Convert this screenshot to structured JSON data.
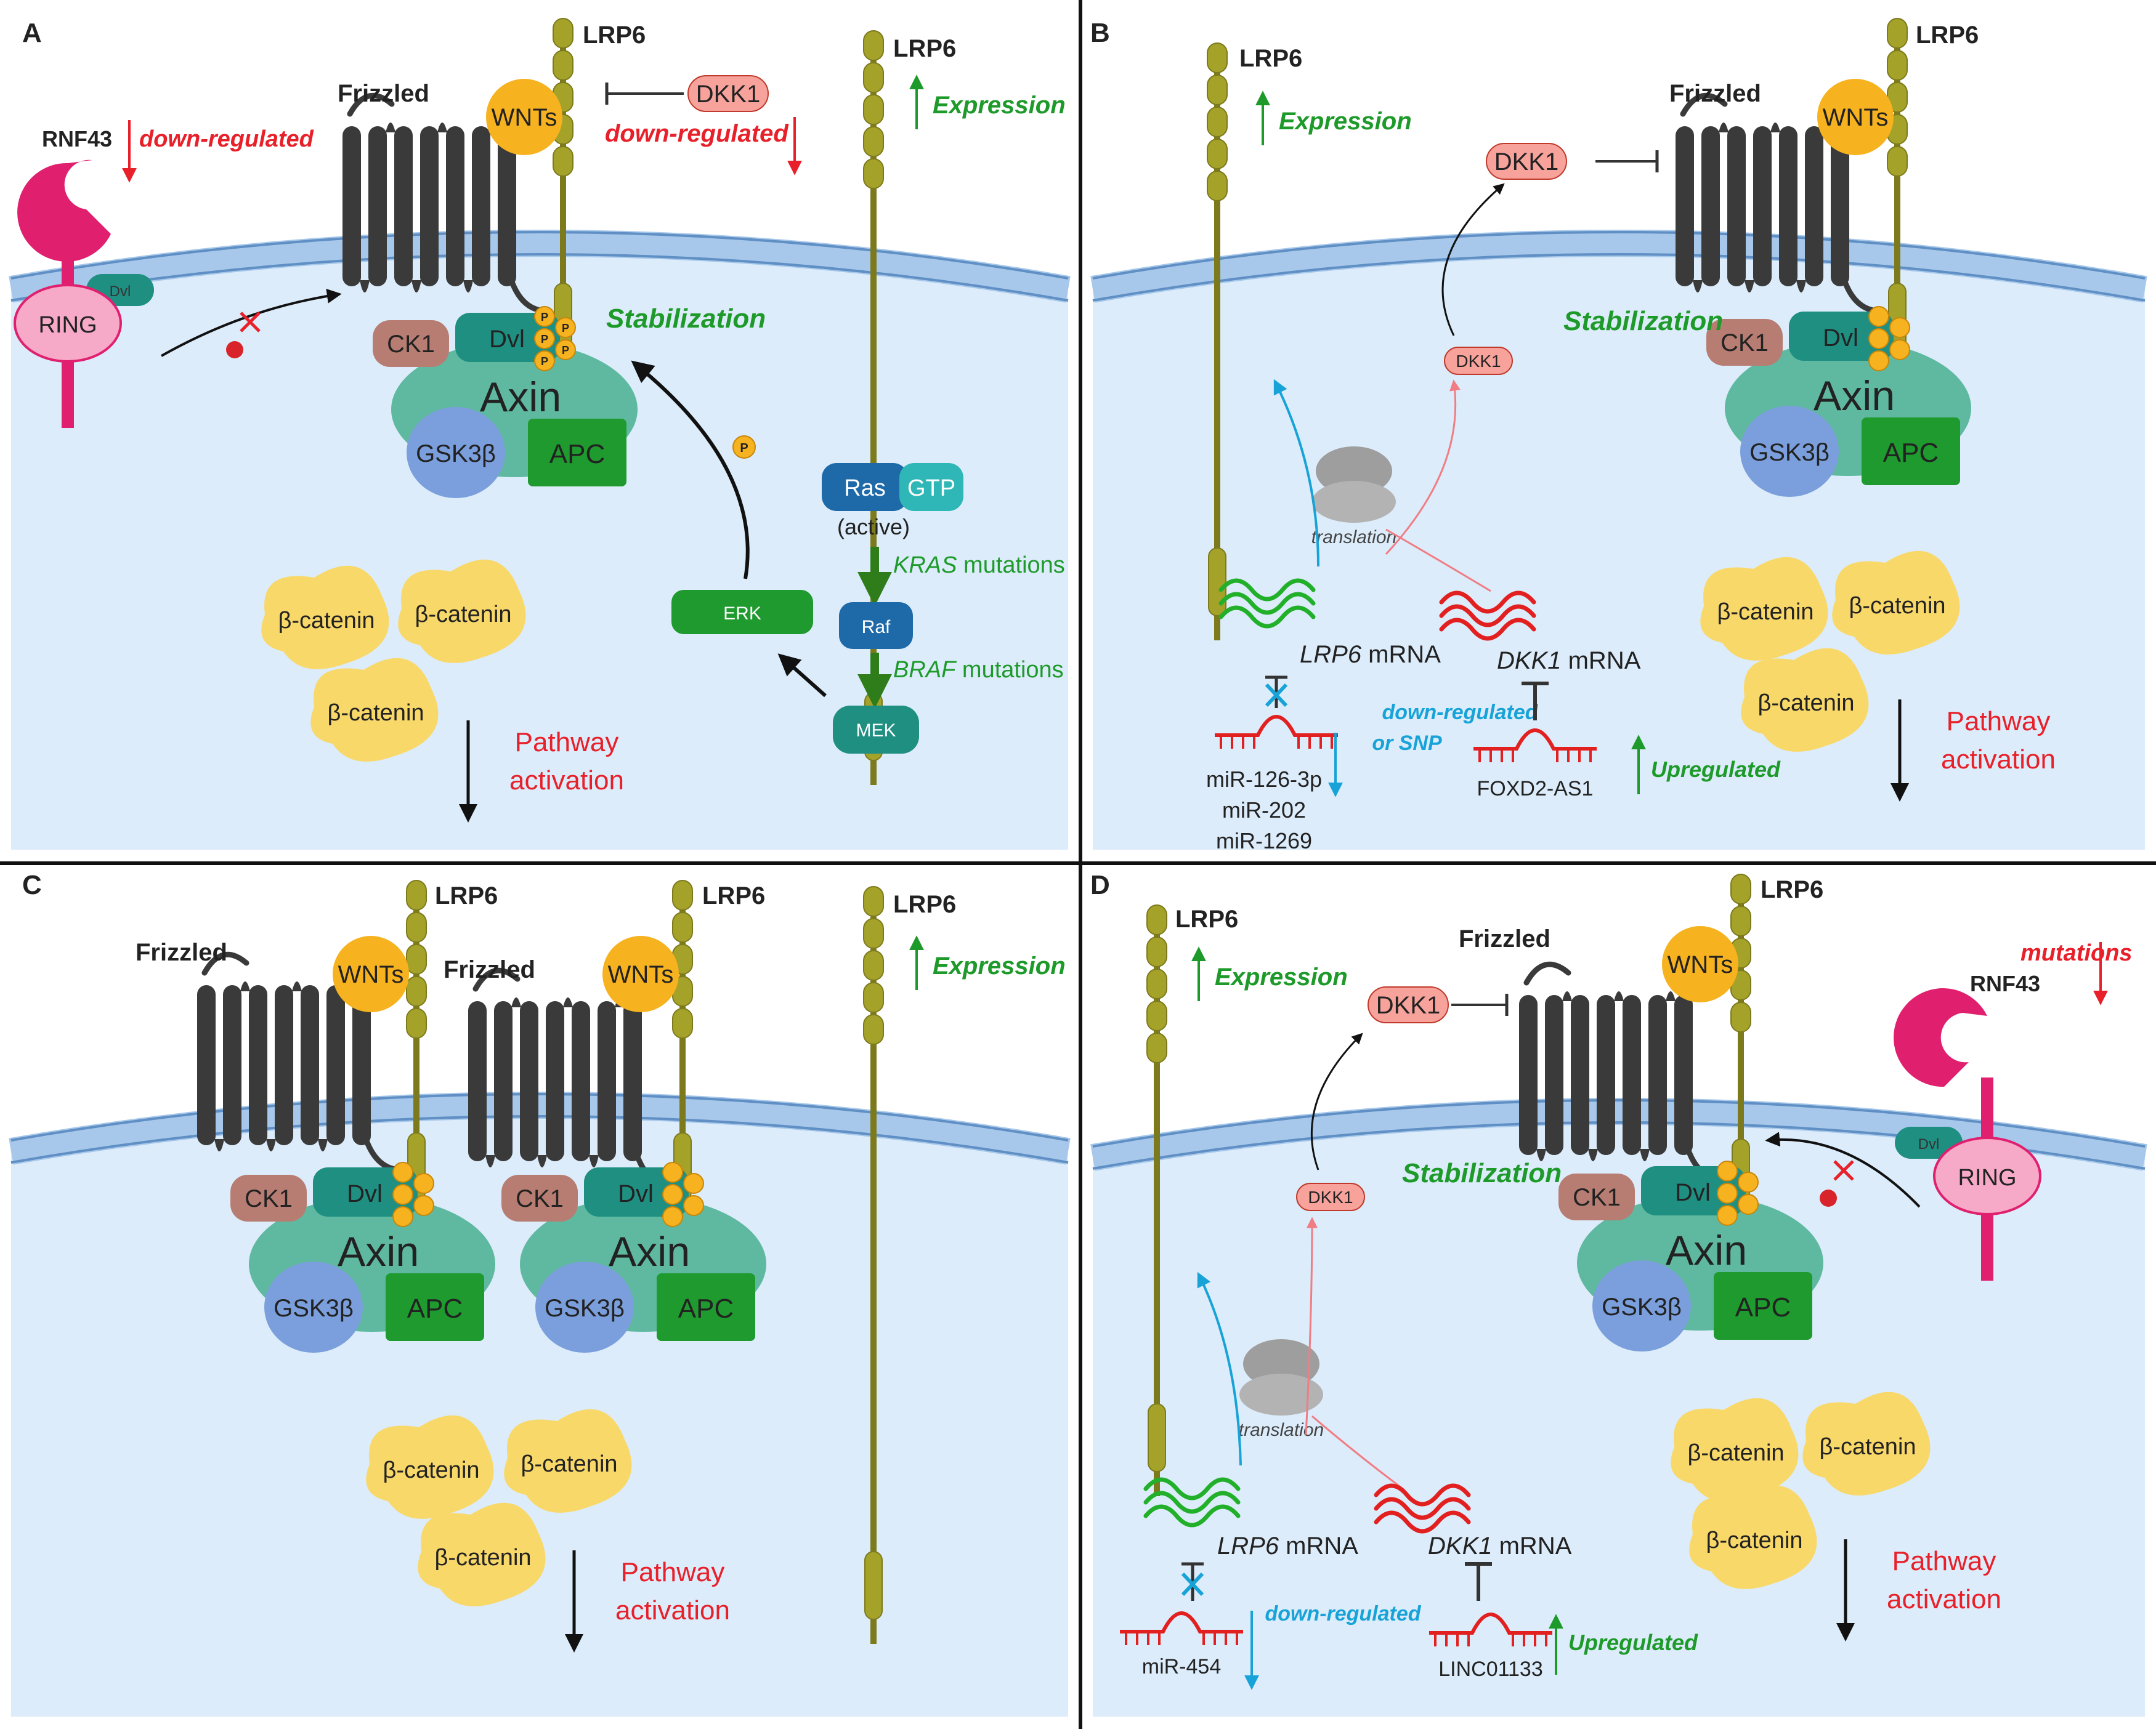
{
  "panels": [
    {
      "letter": "A",
      "labels": {
        "lrp6": "LRP6",
        "lrp6_extra": "LRP6",
        "expression": "Expression",
        "frizzled": "Frizzled",
        "wnts": "WNTs",
        "dkk1": "DKK1",
        "dkk1_down": "down-regulated",
        "rnf43": "RNF43",
        "rnf43_down": "down-regulated",
        "dvl": "Dvl",
        "ring": "RING",
        "stabilization": "Stabilization",
        "ck1": "CK1",
        "axin": "Axin",
        "gsk3b": "GSK3β",
        "apc": "APC",
        "ras": "Ras",
        "gtp": "GTP",
        "active": "(active)",
        "kras_gene": "KRAS",
        "kras_mut": " mutations",
        "raf": "Raf",
        "braf_gene": "BRAF",
        "braf_mut": " mutations",
        "mek": "MEK",
        "erk": "ERK",
        "p": "P",
        "bcat": [
          "β-catenin",
          "β-catenin",
          "β-catenin"
        ],
        "pathway": [
          "Pathway",
          "activation"
        ]
      }
    },
    {
      "letter": "B",
      "labels": {
        "lrp6": "LRP6",
        "lrp6_extra": "LRP6",
        "expression": "Expression",
        "frizzled": "Frizzled",
        "wnts": "WNTs",
        "dkk1": "DKK1",
        "dkk1_small": "DKK1",
        "stabilization": "Stabilization",
        "ck1": "CK1",
        "dvl": "Dvl",
        "axin": "Axin",
        "gsk3b": "GSK3β",
        "apc": "APC",
        "translation": "translation",
        "lrp6_mrna_gene": "LRP6",
        "dkk1_mrna_gene": "DKK1",
        "mrna": " mRNA",
        "mirnas": [
          "miR-126-3p",
          "miR-202",
          "miR-1269"
        ],
        "mir_down": [
          "down-regulated",
          "or SNP"
        ],
        "lnc": "FOXD2-AS1",
        "upregulated": "Upregulated",
        "bcat": [
          "β-catenin",
          "β-catenin",
          "β-catenin"
        ],
        "pathway": [
          "Pathway",
          "activation"
        ]
      }
    },
    {
      "letter": "C",
      "labels": {
        "lrp6": "LRP6",
        "lrp6_b": "LRP6",
        "lrp6_extra": "LRP6",
        "expression": "Expression",
        "frizzled": "Frizzled",
        "frizzled_b": "Frizzled",
        "wnts": "WNTs",
        "ck1": "CK1",
        "dvl": "Dvl",
        "axin": "Axin",
        "gsk3b": "GSK3β",
        "apc": "APC",
        "bcat": [
          "β-catenin",
          "β-catenin",
          "β-catenin"
        ],
        "pathway": [
          "Pathway",
          "activation"
        ]
      }
    },
    {
      "letter": "D",
      "labels": {
        "lrp6": "LRP6",
        "lrp6_extra": "LRP6",
        "expression": "Expression",
        "frizzled": "Frizzled",
        "wnts": "WNTs",
        "dkk1": "DKK1",
        "dkk1_small": "DKK1",
        "rnf43": "RNF43",
        "rnf43_mut": "mutations",
        "dvl": "Dvl",
        "ring": "RING",
        "stabilization": "Stabilization",
        "ck1": "CK1",
        "axin": "Axin",
        "gsk3b": "GSK3β",
        "apc": "APC",
        "translation": "translation",
        "lrp6_mrna_gene": "LRP6",
        "dkk1_mrna_gene": "DKK1",
        "mrna": " mRNA",
        "mirna": "miR-454",
        "mir_down": "down-regulated",
        "lnc": "LINC01133",
        "upregulated": "Upregulated",
        "bcat": [
          "β-catenin",
          "β-catenin",
          "β-catenin"
        ],
        "pathway": [
          "Pathway",
          "activation"
        ]
      }
    }
  ],
  "colors": {
    "cytoplasm": "#dcecfa",
    "membrane": "#a7c8ea",
    "membrane_line": "#5f8fc4",
    "frizzled": "#3a3a3a",
    "lrp6": "#a5a22a",
    "lrp6_dark": "#7c7a1c",
    "wnts": "#f6b21f",
    "dkk1": "#f7a39c",
    "dvl": "#1f8f82",
    "ck1": "#b77d72",
    "axin": "#5fb9a0",
    "gsk3b": "#7a9fdc",
    "apc": "#1f9a2e",
    "bcat": "#f9d86a",
    "rnf43": "#e0206e",
    "ring": "#f7a9c8",
    "green_text": "#1e9a2a",
    "red_text": "#e8202a",
    "blue_text": "#17a3d8",
    "mrna_green": "#22b02a",
    "mrna_red": "#e22020",
    "ribosome": "#9e9e9e"
  }
}
